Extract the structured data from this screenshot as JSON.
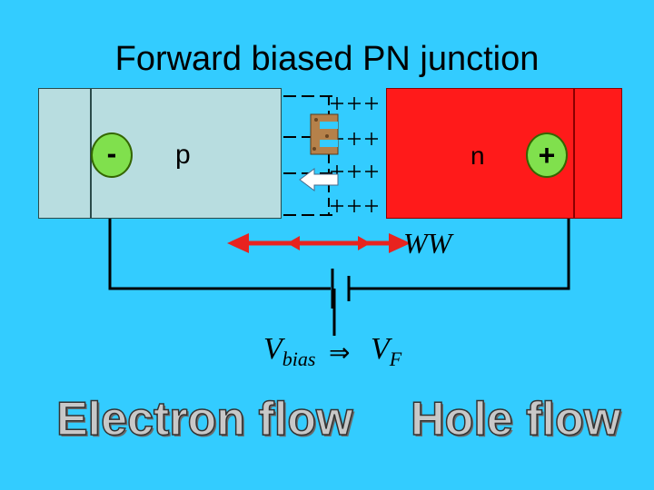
{
  "title": "Forward biased PN junction",
  "p_region": {
    "label": "p",
    "terminal": "-",
    "color": "#b8dde0"
  },
  "n_region": {
    "label": "n",
    "terminal": "+",
    "color": "#ff1a1a"
  },
  "depletion": {
    "negative_symbol": "-",
    "positive_symbol": "+",
    "field_label": "E"
  },
  "width_label": "WW",
  "bias": {
    "v": "V",
    "sub": "bias",
    "implies": "⇒",
    "vf": "V",
    "vf_sub": "F"
  },
  "flow_labels": {
    "electron": "Electron flow",
    "hole": "Hole flow"
  },
  "colors": {
    "background": "#33ccff",
    "terminal": "#80e04d",
    "arrow": "#e8231f",
    "field": "#b5814a"
  }
}
